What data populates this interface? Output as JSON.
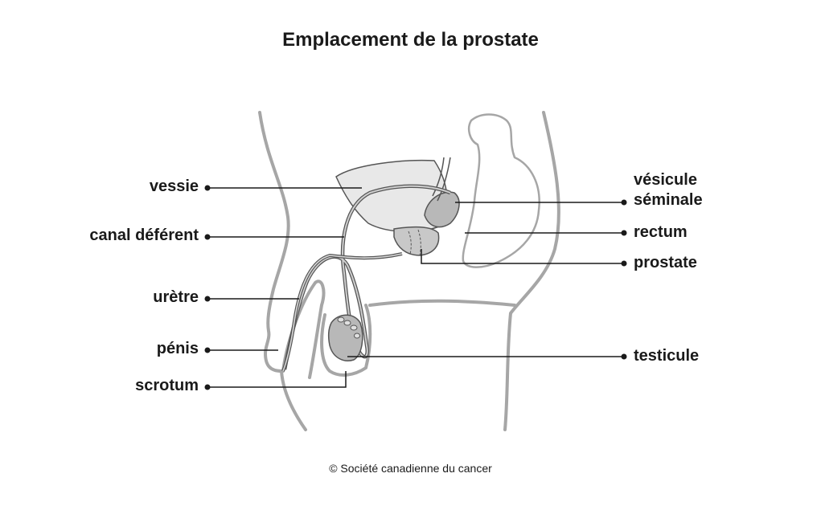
{
  "title": "Emplacement de la prostate",
  "labels": {
    "vessie": "vessie",
    "canal_deferent": "canal déférent",
    "uretre": "urètre",
    "penis": "pénis",
    "scrotum": "scrotum",
    "vesicule_seminale_line1": "vésicule",
    "vesicule_seminale_line2": "séminale",
    "rectum": "rectum",
    "prostate": "prostate",
    "testicule": "testicule"
  },
  "credit": "© Société canadienne du cancer",
  "colors": {
    "body_outline": "#a6a6a6",
    "organ_fill": "#e8e8e8",
    "organ_dark": "#b8b8b8",
    "duct": "#555555",
    "line": "#1a1a1a"
  }
}
